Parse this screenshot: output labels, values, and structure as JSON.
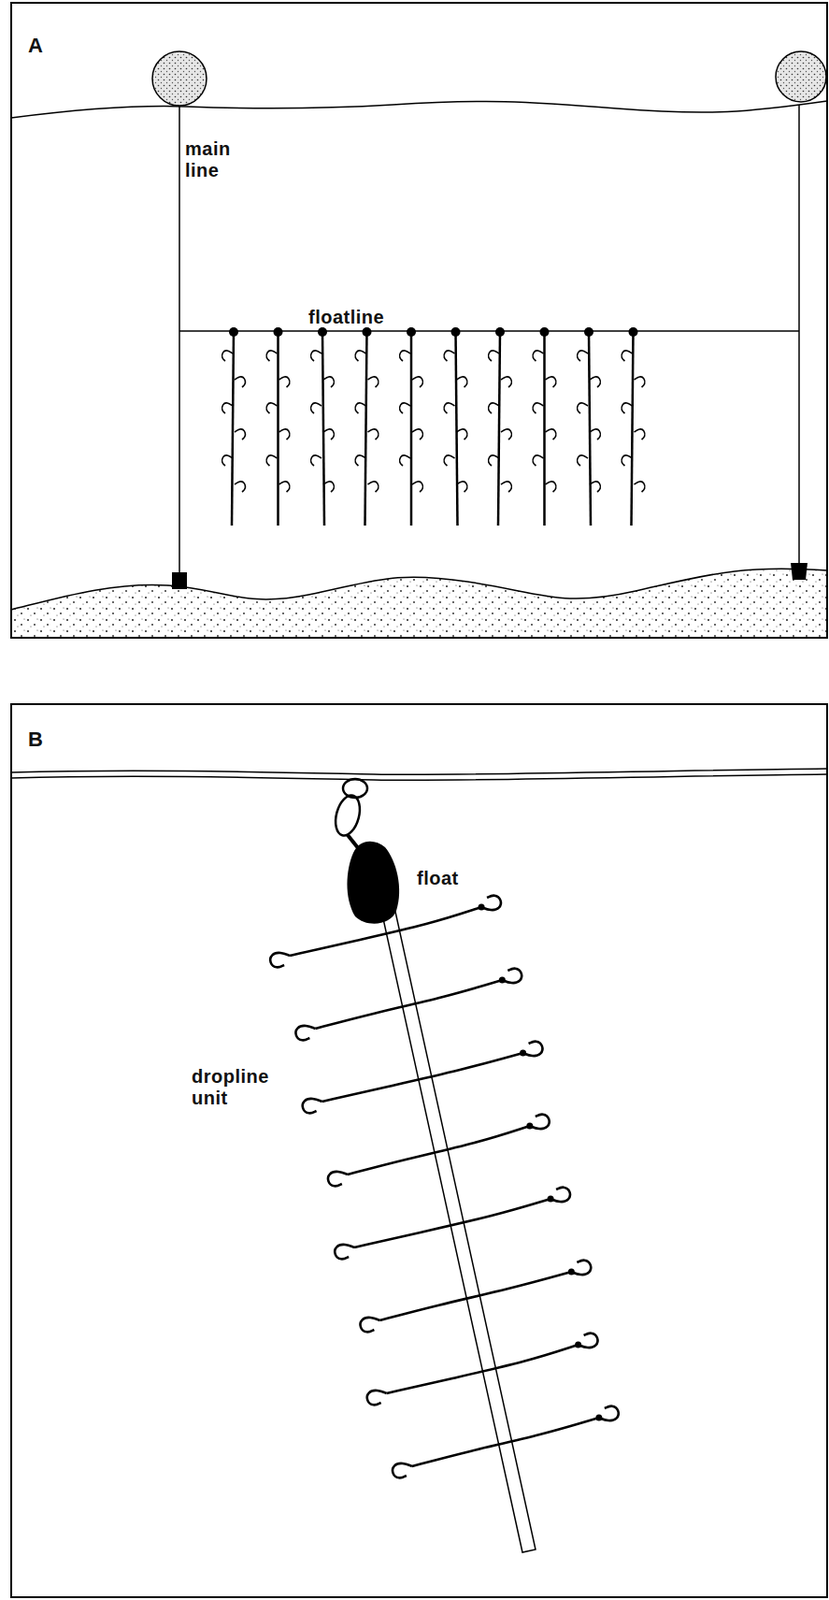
{
  "diagram": {
    "labels": [
      "A",
      "main line",
      "floatline",
      "B",
      "float",
      "dropline unit"
    ]
  }
}
